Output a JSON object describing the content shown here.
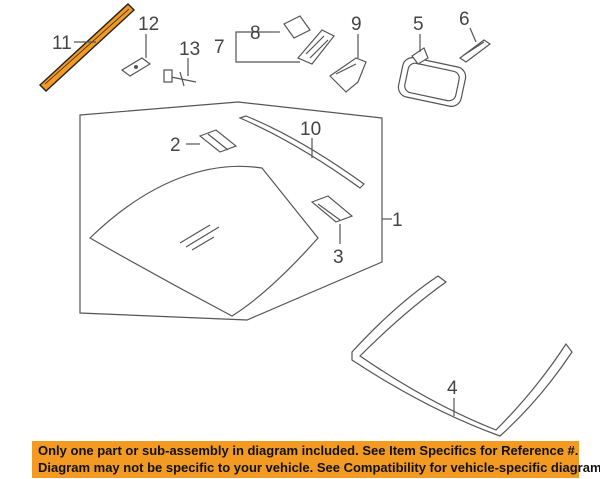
{
  "callouts": {
    "c1": "1",
    "c2": "2",
    "c3": "3",
    "c4": "4",
    "c5": "5",
    "c6": "6",
    "c7": "7",
    "c8": "8",
    "c9": "9",
    "c10": "10",
    "c11": "11",
    "c12": "12",
    "c13": "13"
  },
  "highlight_color": "#f39a22",
  "notice": {
    "line1": "Only one part or sub-assembly in diagram included. See Item Specifics for Reference #.",
    "line2": "Diagram may not be specific to your vehicle. See Compatibility for vehicle-specific diagrams."
  }
}
